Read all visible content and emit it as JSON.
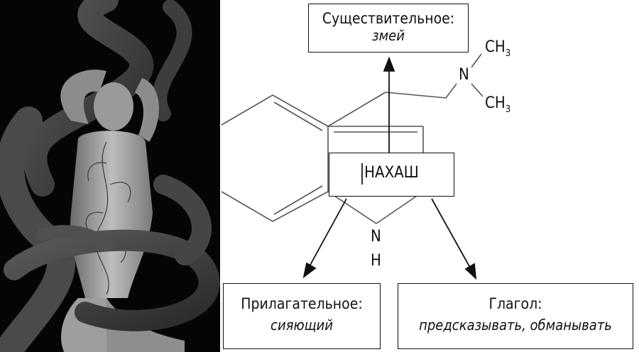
{
  "center": {
    "label": "НАХАШ"
  },
  "noun": {
    "title": "Существительное:",
    "value": "змей"
  },
  "adjective": {
    "title": "Прилагательное:",
    "value": "сияющий"
  },
  "verb": {
    "title": "Глагол:",
    "value": "предсказывать, обманывать"
  },
  "atoms": {
    "n_top": "N",
    "ch3_a_main": "CH",
    "ch3_a_sub": "3",
    "ch3_b_main": "CH",
    "ch3_b_sub": "3",
    "n_bottom": "N",
    "h_bottom": "H"
  },
  "colors": {
    "line": "#111111",
    "bond": "#555555",
    "background": "#ffffff"
  }
}
